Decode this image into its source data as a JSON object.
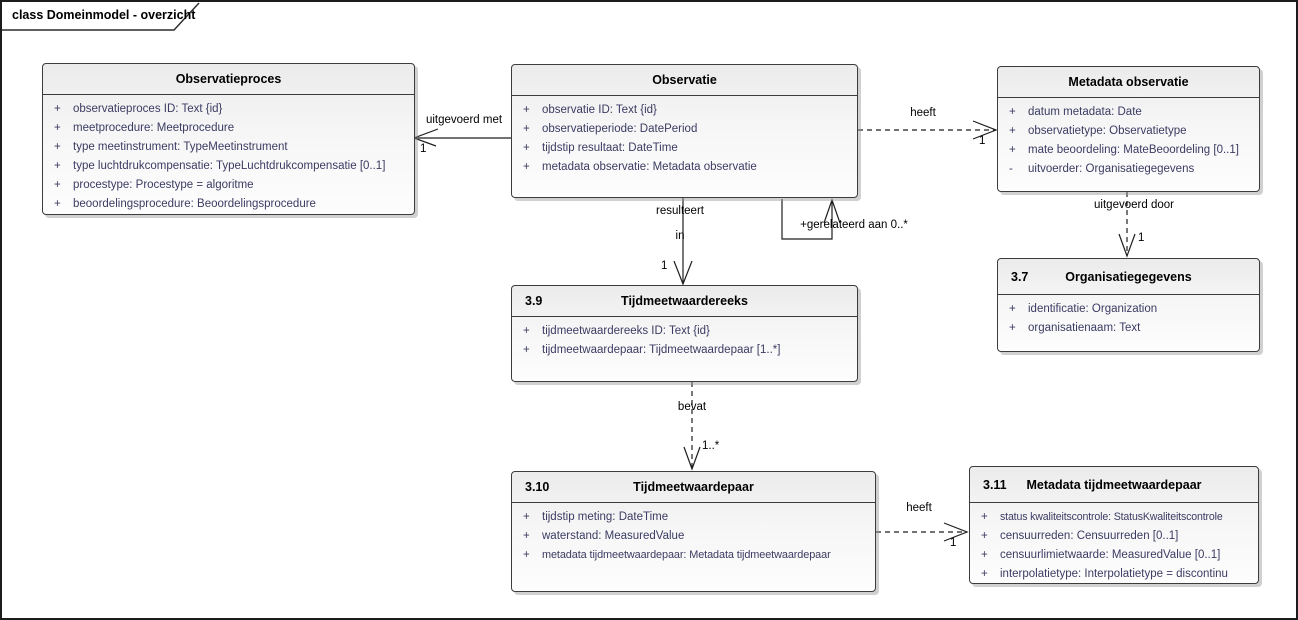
{
  "frame": {
    "label": "class Domeinmodel - overzicht"
  },
  "colors": {
    "attribute_text": "#3b3b63",
    "title_text": "#000000",
    "box_border": "#3c3c3c",
    "box_fill_top": "#ebebeb",
    "box_fill_bottom": "#fdfdfd",
    "connector": "#1f1f1f"
  },
  "classes": {
    "observatieproces": {
      "number": "",
      "title": "Observatieproces",
      "attributes": [
        {
          "vis": "+",
          "text": "observatieproces ID: Text {id}"
        },
        {
          "vis": "+",
          "text": "meetprocedure: Meetprocedure"
        },
        {
          "vis": "+",
          "text": "type meetinstrument: TypeMeetinstrument"
        },
        {
          "vis": "+",
          "text": "type luchtdrukcompensatie: TypeLuchtdrukcompensatie [0..1]"
        },
        {
          "vis": "+",
          "text": "procestype: Procestype = algoritme"
        },
        {
          "vis": "+",
          "text": "beoordelingsprocedure: Beoordelingsprocedure"
        }
      ]
    },
    "observatie": {
      "number": "",
      "title": "Observatie",
      "attributes": [
        {
          "vis": "+",
          "text": "observatie ID: Text {id}"
        },
        {
          "vis": "+",
          "text": "observatieperiode: DatePeriod"
        },
        {
          "vis": "+",
          "text": "tijdstip resultaat: DateTime"
        },
        {
          "vis": "+",
          "text": "metadata observatie: Metadata observatie"
        }
      ]
    },
    "metadata_observatie": {
      "number": "",
      "title": "Metadata observatie",
      "attributes": [
        {
          "vis": "+",
          "text": "datum metadata: Date"
        },
        {
          "vis": "+",
          "text": "observatietype: Observatietype"
        },
        {
          "vis": "+",
          "text": "mate beoordeling: MateBeoordeling [0..1]"
        },
        {
          "vis": "-",
          "text": "uitvoerder: Organisatiegegevens"
        }
      ]
    },
    "organisatiegegevens": {
      "number": "3.7",
      "title": "Organisatiegegevens",
      "attributes": [
        {
          "vis": "+",
          "text": "identificatie: Organization"
        },
        {
          "vis": "+",
          "text": "organisatienaam: Text"
        }
      ]
    },
    "tijdmeetwaardereeks": {
      "number": "3.9",
      "title": "Tijdmeetwaardereeks",
      "attributes": [
        {
          "vis": "+",
          "text": "tijdmeetwaardereeks ID: Text {id}"
        },
        {
          "vis": "+",
          "text": "tijdmeetwaardepaar: Tijdmeetwaardepaar [1..*]"
        }
      ]
    },
    "tijdmeetwaardepaar": {
      "number": "3.10",
      "title": "Tijdmeetwaardepaar",
      "attributes": [
        {
          "vis": "+",
          "text": "tijdstip meting: DateTime"
        },
        {
          "vis": "+",
          "text": "waterstand: MeasuredValue"
        },
        {
          "vis": "+",
          "text": "metadata tijdmeetwaardepaar: Metadata tijdmeetwaardepaar"
        }
      ]
    },
    "metadata_tijdmeetwaardepaar": {
      "number": "3.11",
      "title": "Metadata tijdmeetwaardepaar",
      "attributes": [
        {
          "vis": "+",
          "text": "status kwaliteitscontrole: StatusKwaliteitscontrole"
        },
        {
          "vis": "+",
          "text": "censuurreden: Censuurreden [0..1]"
        },
        {
          "vis": "+",
          "text": "censuurlimietwaarde: MeasuredValue [0..1]"
        },
        {
          "vis": "+",
          "text": "interpolatietype: Interpolatietype = discontinu"
        }
      ]
    }
  },
  "connectors": {
    "uitgevoerd_met": {
      "label": "uitgevoerd met",
      "mult": "1"
    },
    "heeft_metadata": {
      "label": "heeft",
      "mult": "1"
    },
    "resulteert": {
      "line1": "resulteert",
      "line2": "in",
      "mult": "1"
    },
    "gerelateerd": {
      "label": "+gerelateerd aan 0..*"
    },
    "uitgevoerd_door": {
      "label": "uitgevoerd door",
      "mult": "1"
    },
    "bevat": {
      "label": "bevat",
      "mult": "1..*"
    },
    "heeft_paar": {
      "label": "heeft",
      "mult": "1"
    }
  }
}
